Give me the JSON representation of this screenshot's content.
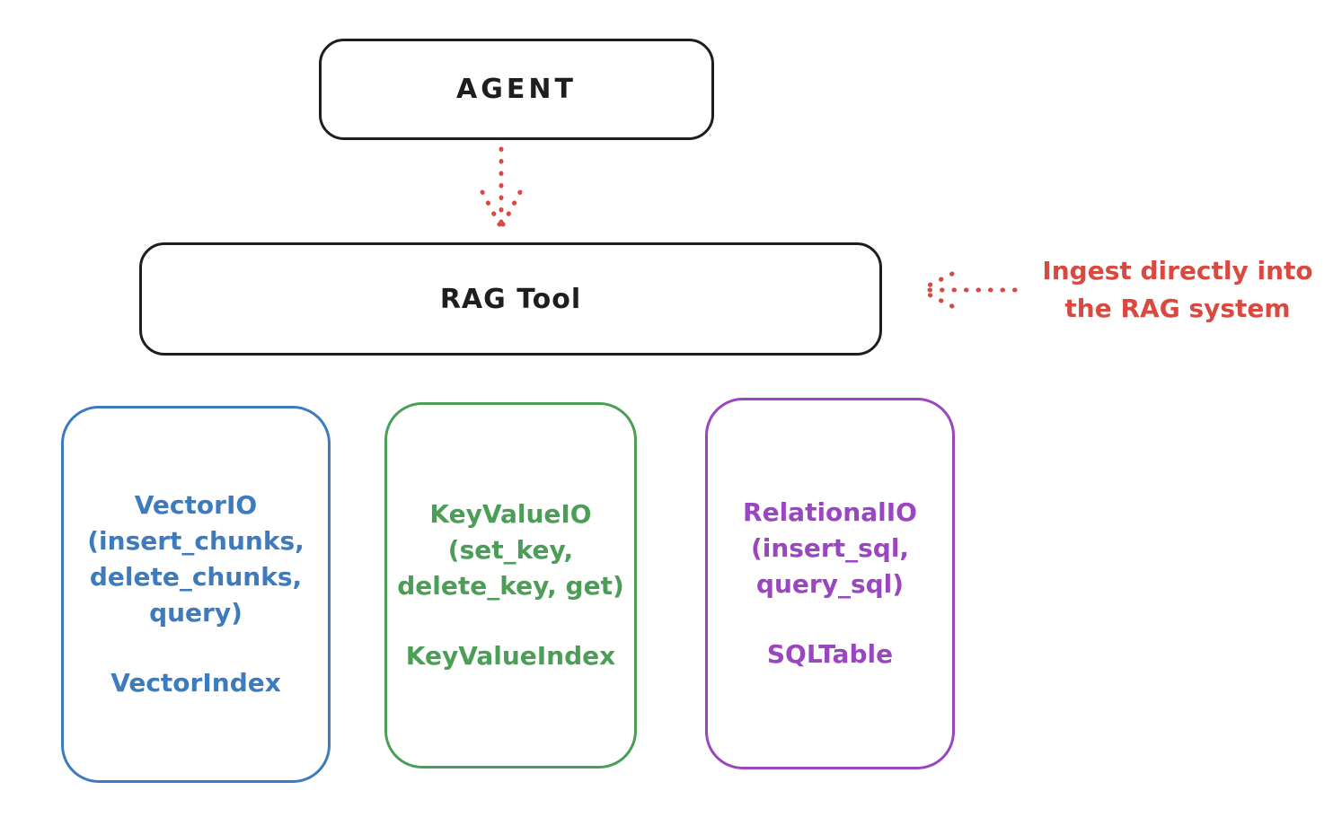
{
  "diagram": {
    "agent": {
      "label": "AGENT"
    },
    "rag_tool": {
      "label": "RAG Tool"
    },
    "annotation": {
      "line1": "Ingest directly into",
      "line2": "the RAG system"
    },
    "io_boxes": [
      {
        "lines": [
          "VectorIO",
          "(insert_chunks,",
          "delete_chunks,",
          "query)"
        ],
        "index_label": "VectorIndex",
        "color": "#3d7bbf"
      },
      {
        "lines": [
          "KeyValueIO",
          "(set_key,",
          "delete_key, get)"
        ],
        "index_label": "KeyValueIndex",
        "color": "#4a9e56"
      },
      {
        "lines": [
          "RelationalIO",
          "(insert_sql,",
          "query_sql)"
        ],
        "index_label": "SQLTable",
        "color": "#9a46c0"
      }
    ],
    "colors": {
      "ink": "#1e1e1e",
      "red": "#d8493f",
      "background": "#ffffff"
    }
  }
}
